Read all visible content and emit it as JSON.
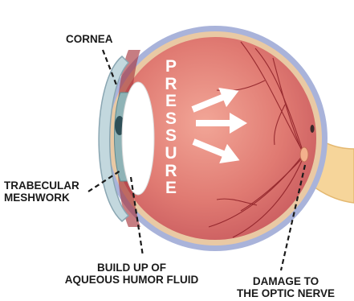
{
  "labels": {
    "cornea": "CORNEA",
    "trabecular_line1": "TRABECULAR",
    "trabecular_line2": "MESHWORK",
    "buildup_line1": "BUILD UP OF",
    "buildup_line2": "AQUEOUS HUMOR FLUID",
    "damage_line1": "DAMAGE TO",
    "damage_line2": "THE OPTIC NERVE"
  },
  "pressure_text": "PRESSURE",
  "colors": {
    "sclera_outer": "#a9b3da",
    "eyeball": "#d96a6a",
    "eyeball_light": "#ef9a8f",
    "cornea": "#c3d8de",
    "iris": "#8fb3b6",
    "pupil": "#2e4f57",
    "lens": "#ffffff",
    "optic_nerve": "#f6d59a",
    "vessels": "#8b1d24",
    "label_text": "#1a1a1a",
    "pressure_text": "#ffffff"
  },
  "icons": [
    "arrow-right-icon",
    "arrow-right-icon",
    "arrow-right-icon"
  ]
}
